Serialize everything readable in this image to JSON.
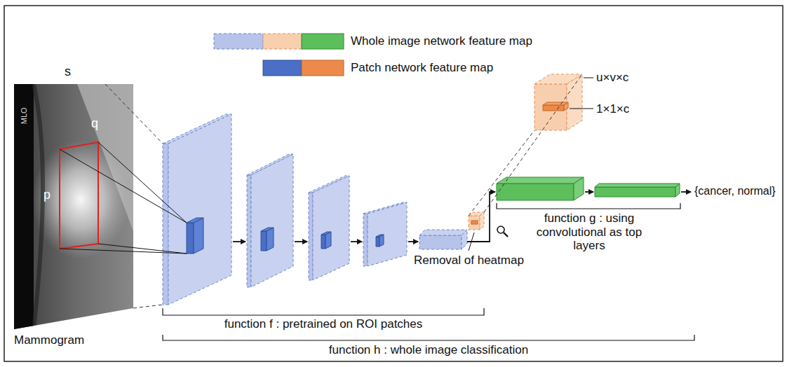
{
  "diagram": {
    "labels": [
      "s",
      "MLO",
      "q",
      "p",
      "Mammogram",
      "Removal of heatmap",
      "u×v×c",
      "1×1×c",
      "{cancer, normal}",
      "function g : using convolutional as top layers",
      "function f : pretrained on ROI patches",
      "function h : whole image classification"
    ],
    "legend": [
      {
        "text": "Whole image network feature map"
      },
      {
        "text": "Patch network feature map"
      }
    ]
  }
}
